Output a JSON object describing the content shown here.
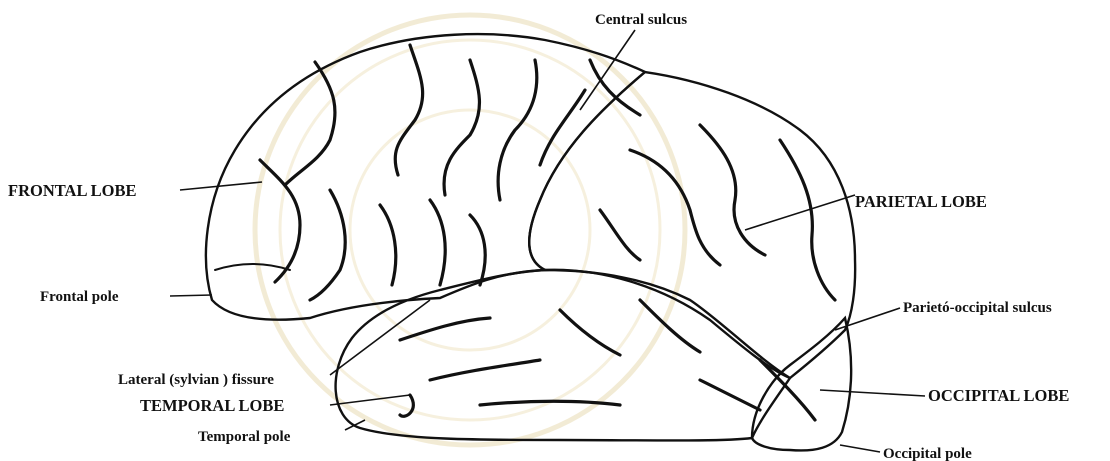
{
  "labels": {
    "central_sulcus": "Central sulcus",
    "frontal_lobe": "FRONTAL LOBE",
    "parietal_lobe": "PARIETAL LOBE",
    "frontal_pole": "Frontal pole",
    "parieto_occipital_sulcus": "Parietó-occipital sulcus",
    "lateral_fissure": "Lateral (sylvian ) fissure",
    "temporal_lobe": "TEMPORAL LOBE",
    "occipital_lobe": "OCCIPITAL LOBE",
    "temporal_pole": "Temporal pole",
    "occipital_pole": "Occipital pole"
  },
  "colors": {
    "ink": "#111111",
    "paper": "#ffffff",
    "watermark": "#e9dcb4"
  }
}
